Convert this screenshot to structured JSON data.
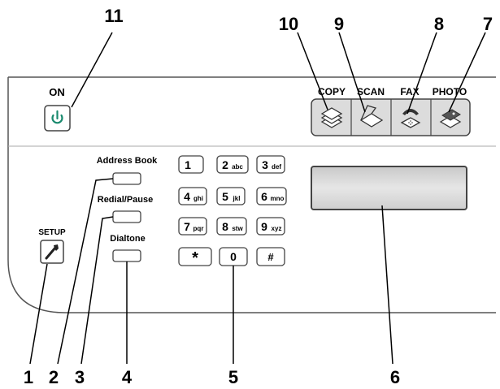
{
  "callouts": {
    "c1": "1",
    "c2": "2",
    "c3": "3",
    "c4": "4",
    "c5": "5",
    "c6": "6",
    "c7": "7",
    "c8": "8",
    "c9": "9",
    "c10": "10",
    "c11": "11"
  },
  "power": {
    "label": "ON",
    "icon": "power-icon"
  },
  "modes": {
    "copy": "COPY",
    "scan": "SCAN",
    "fax": "FAX",
    "photo": "PHOTO",
    "icons": [
      "copy-icon",
      "scan-icon",
      "fax-icon",
      "photo-icon"
    ]
  },
  "buttons": {
    "address_book": "Address Book",
    "redial_pause": "Redial/Pause",
    "dialtone": "Dialtone",
    "setup": "SETUP",
    "setup_icon": "wrench-icon"
  },
  "keypad": {
    "k1": {
      "main": "1",
      "sub": ""
    },
    "k2": {
      "main": "2",
      "sub": "abc"
    },
    "k3": {
      "main": "3",
      "sub": "def"
    },
    "k4": {
      "main": "4",
      "sub": "ghi"
    },
    "k5": {
      "main": "5",
      "sub": "jkl"
    },
    "k6": {
      "main": "6",
      "sub": "mno"
    },
    "k7": {
      "main": "7",
      "sub": "pqr"
    },
    "k8": {
      "main": "8",
      "sub": "stw"
    },
    "k9": {
      "main": "9",
      "sub": "xyz"
    },
    "kstar": {
      "main": "*",
      "sub": ""
    },
    "k0": {
      "main": "0",
      "sub": ""
    },
    "khash": {
      "main": "#",
      "sub": ""
    }
  },
  "colors": {
    "panel_bg": "#ffffff",
    "panel_border": "#555555",
    "power_icon": "#1a8a6e",
    "display_fill": "#d6d6d6",
    "mode_fill": "#dcdcdc"
  }
}
